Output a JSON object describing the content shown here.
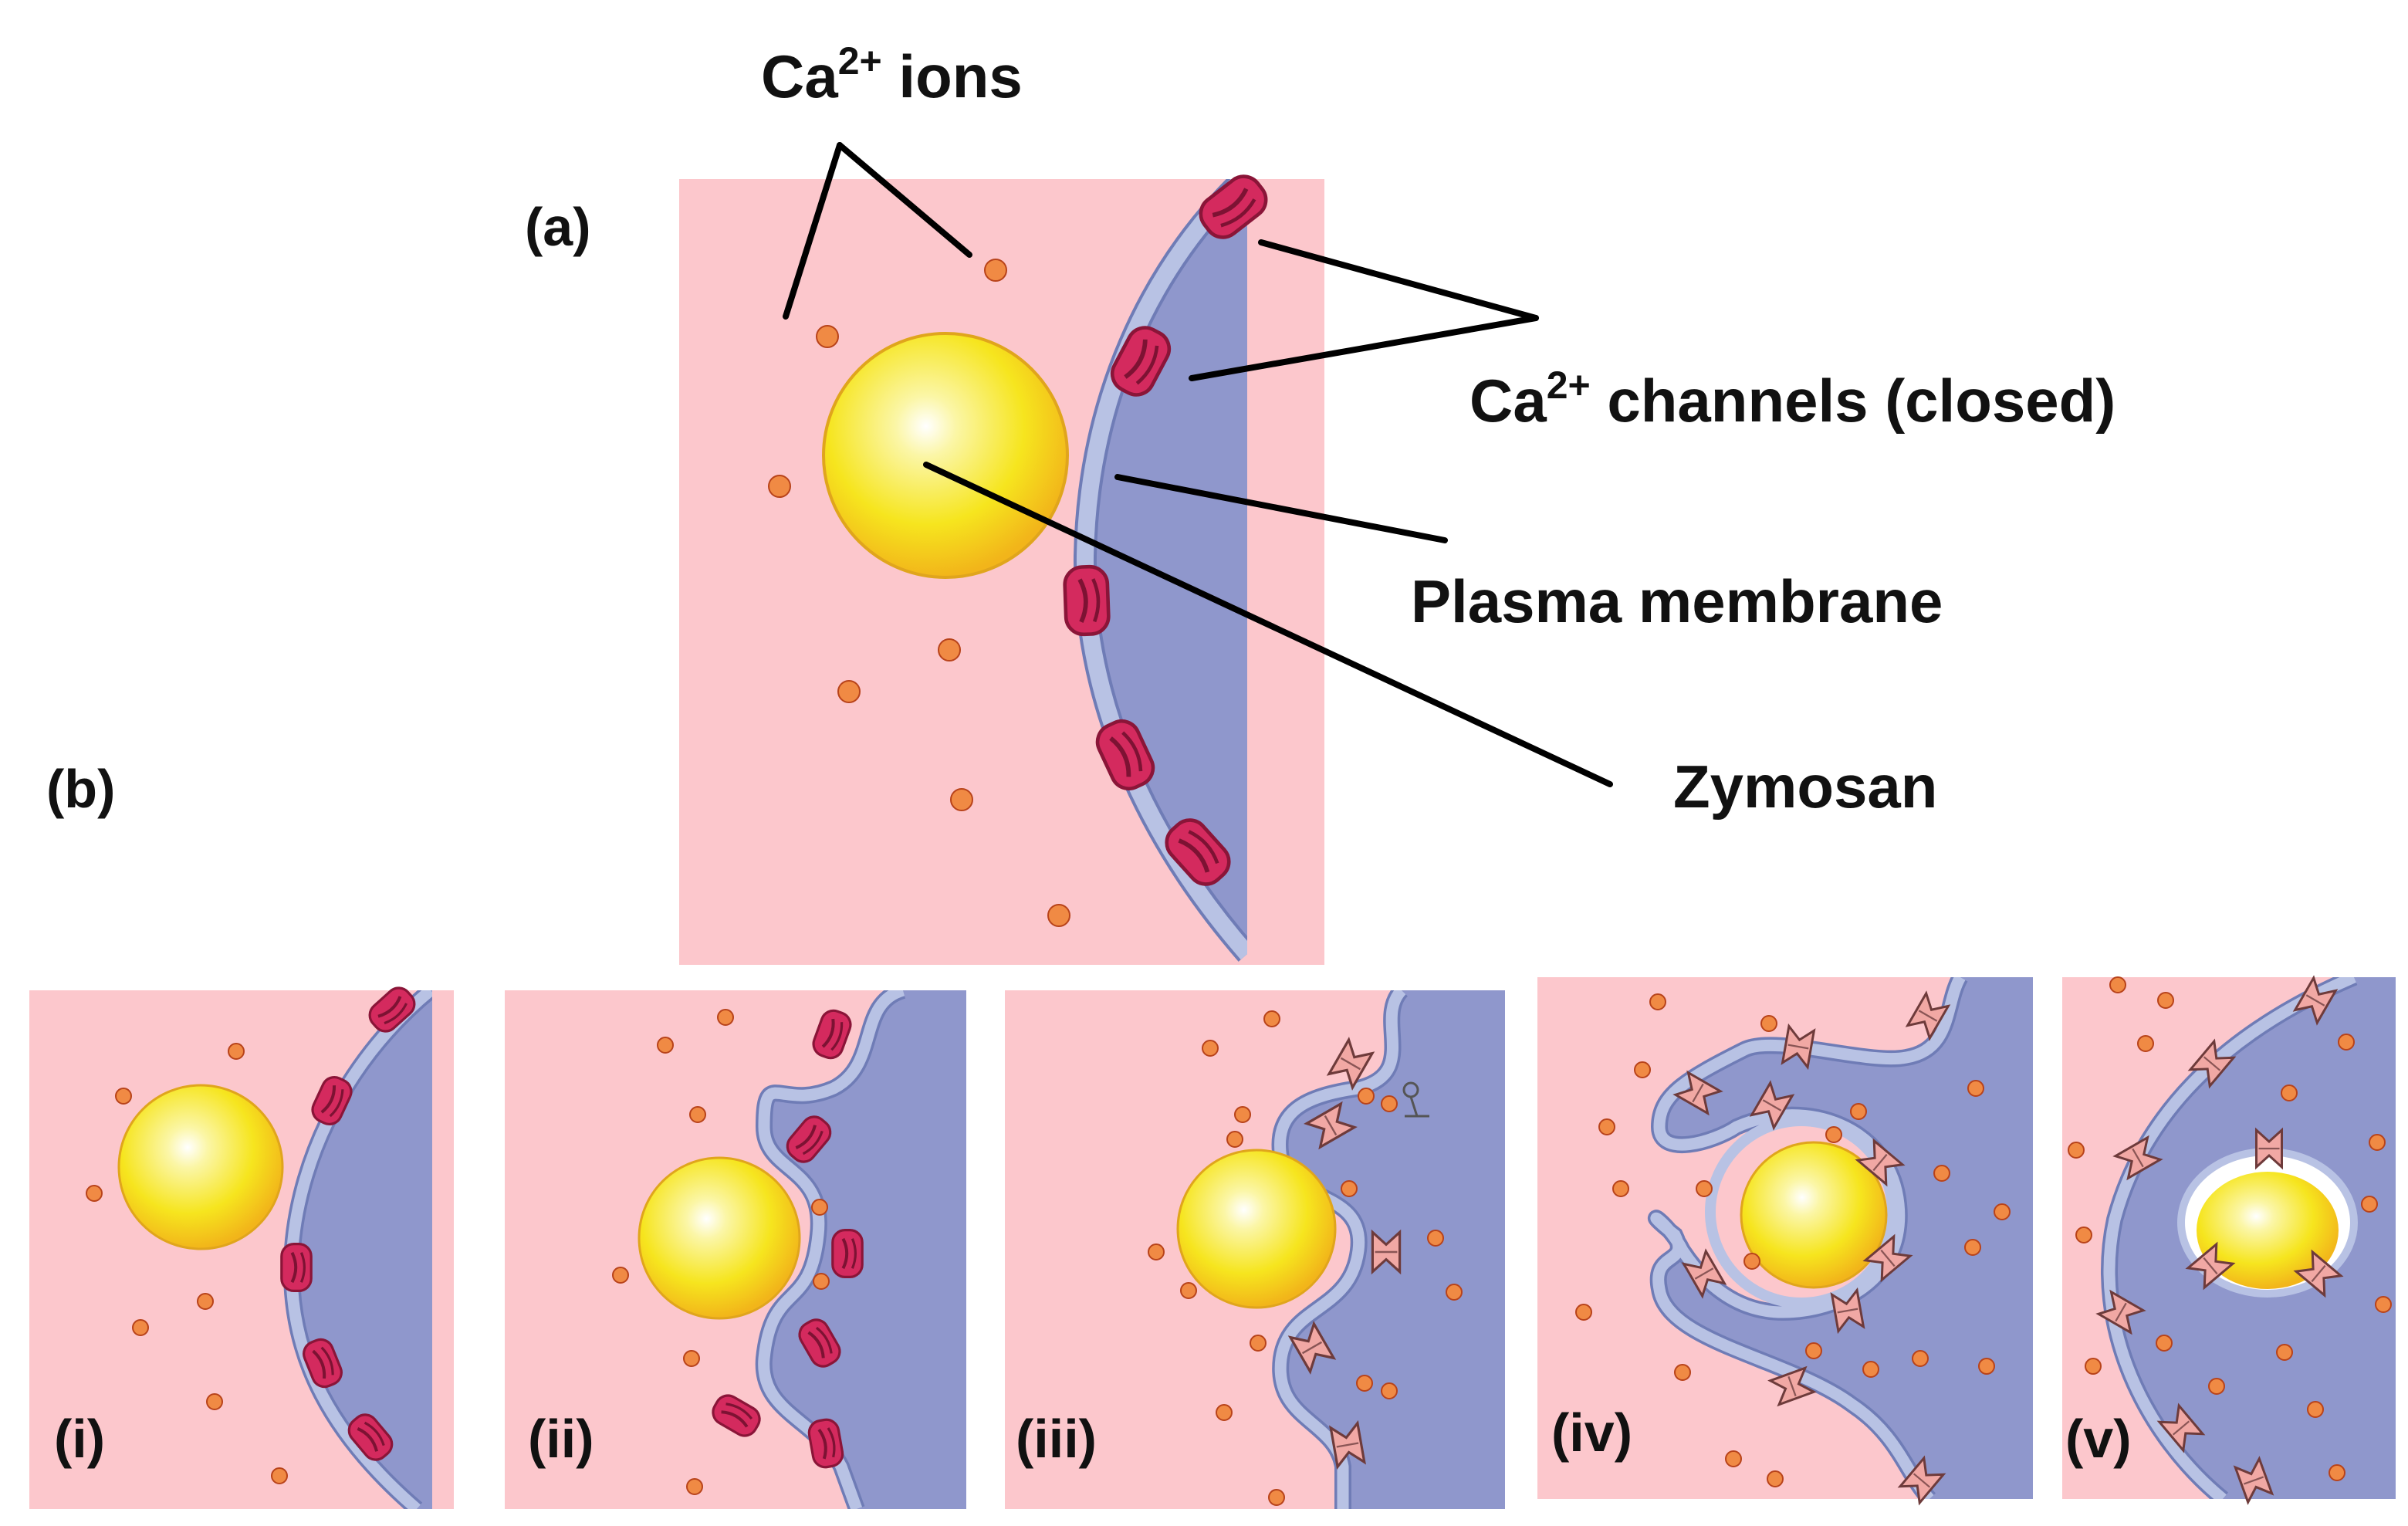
{
  "labels": {
    "panel_a": "(a)",
    "panel_b": "(b)",
    "ca_ions": "Ca",
    "ca_ions_sup": "2+",
    "ca_ions_rest": " ions",
    "ca_channels": "Ca",
    "ca_channels_sup": "2+",
    "ca_channels_rest": " channels (closed)",
    "plasma_membrane": "Plasma membrane",
    "zymosan": "Zymosan"
  },
  "subpanels": [
    {
      "label": "(i)"
    },
    {
      "label": "(ii)"
    },
    {
      "label": "(iii)"
    },
    {
      "label": "(iv)"
    },
    {
      "label": "(v)"
    }
  ],
  "colors": {
    "extracellular": "#fcc7cc",
    "cytoplasm": "#8f97cc",
    "membrane": "#b8c2e4",
    "channel_closed": "#d42a5e",
    "channel_open": "#f1a8a4",
    "zymosan": "#f6e51e",
    "ion": "#f08a44"
  }
}
